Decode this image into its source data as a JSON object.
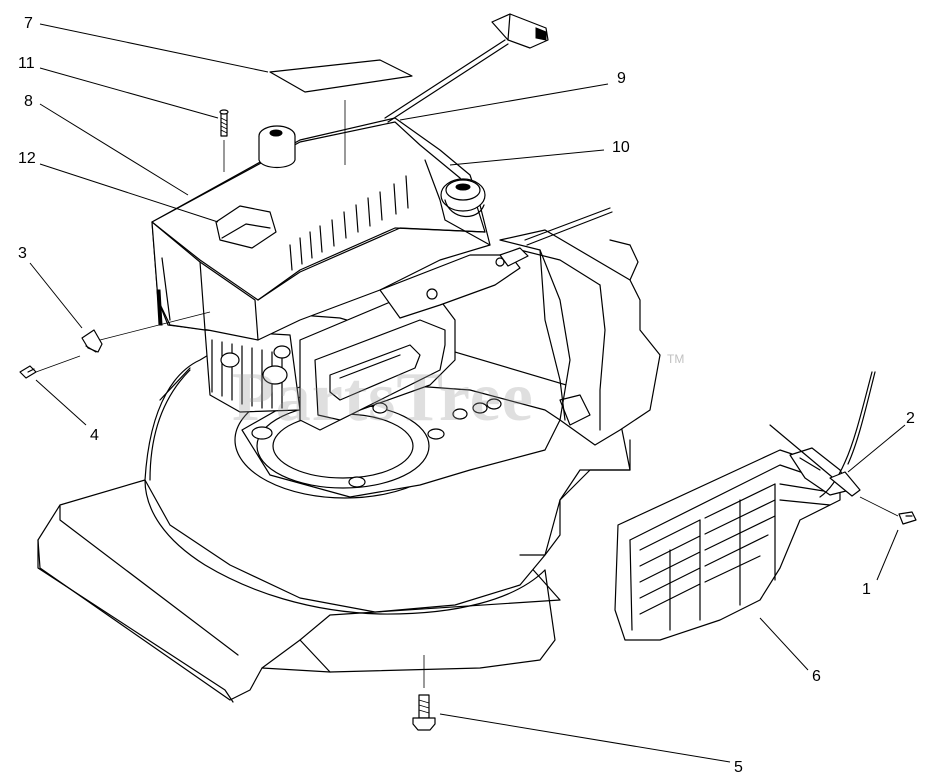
{
  "watermark": {
    "text": "PartsTree",
    "trademark": "TM"
  },
  "callouts": [
    {
      "id": "c1",
      "label": "1"
    },
    {
      "id": "c2",
      "label": "2"
    },
    {
      "id": "c3",
      "label": "3"
    },
    {
      "id": "c4",
      "label": "4"
    },
    {
      "id": "c5",
      "label": "5"
    },
    {
      "id": "c6",
      "label": "6"
    },
    {
      "id": "c7",
      "label": "7"
    },
    {
      "id": "c8",
      "label": "8"
    },
    {
      "id": "c9",
      "label": "9"
    },
    {
      "id": "c10",
      "label": "10"
    },
    {
      "id": "c11",
      "label": "11"
    },
    {
      "id": "c12",
      "label": "12"
    }
  ],
  "colors": {
    "line": "#000000",
    "background": "#ffffff",
    "watermark": "#969696"
  }
}
